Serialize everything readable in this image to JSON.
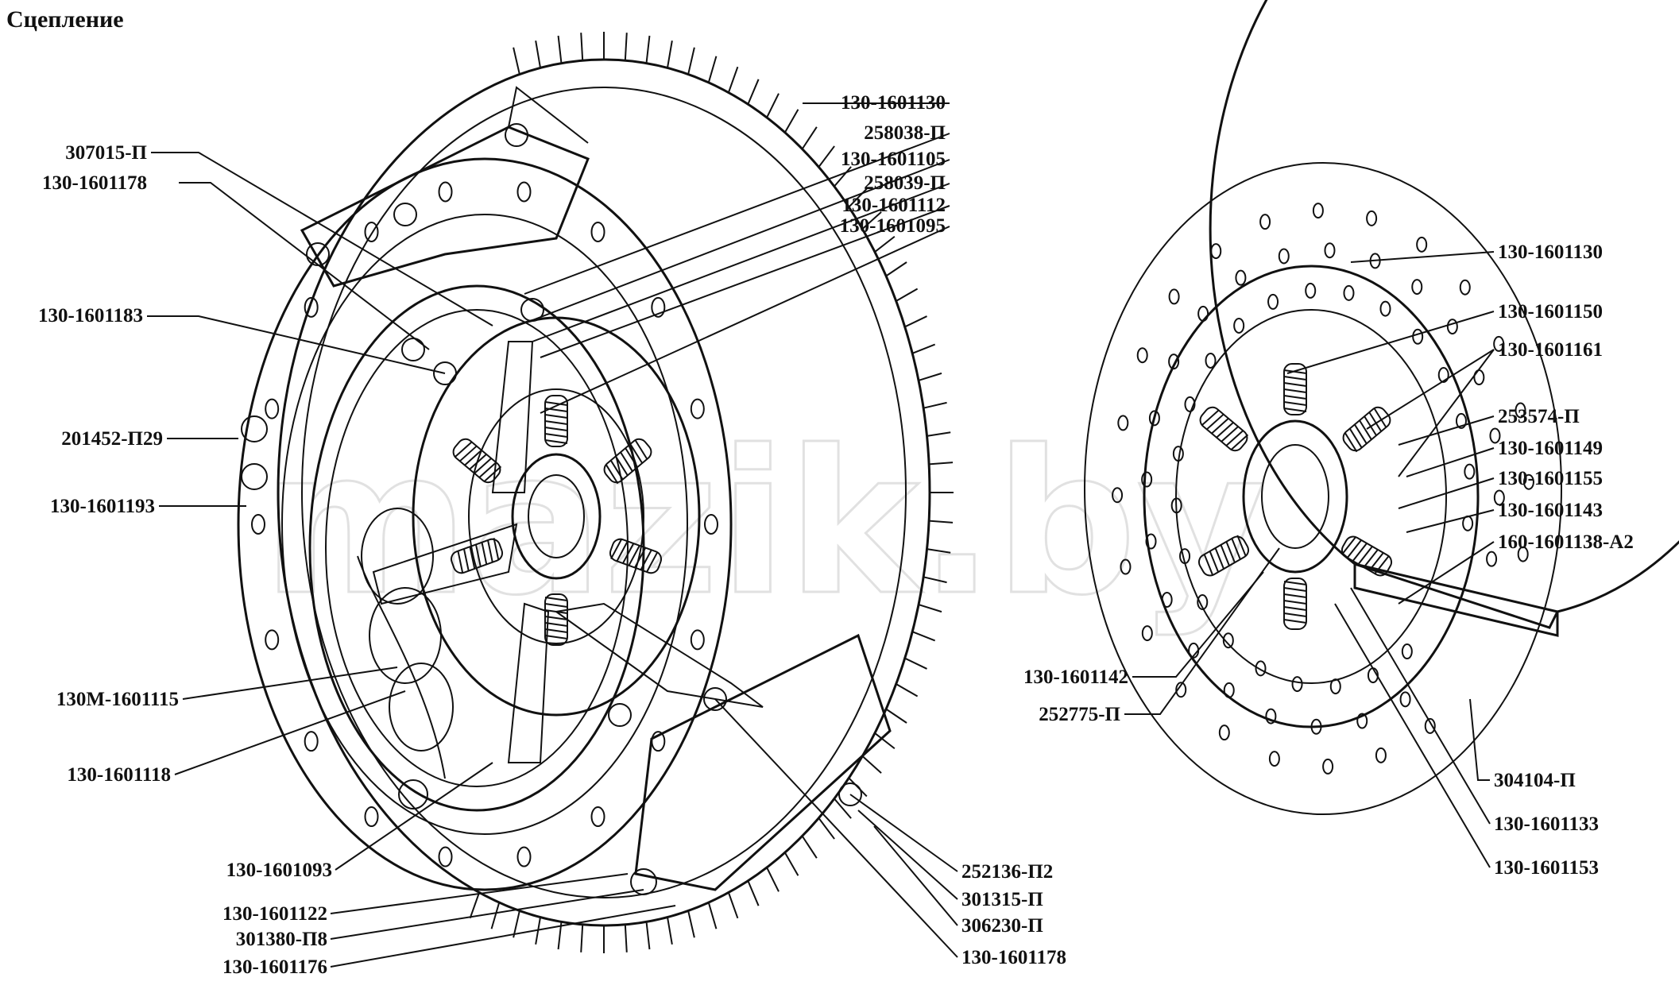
{
  "title": "Сцепление",
  "watermark": "mazik.by",
  "left_assembly_labels": {
    "l1": "307015-П",
    "l2": "130-1601178",
    "l3": "130-1601183",
    "l4": "201452-П29",
    "l5": "130-1601193",
    "l6": "130М-1601115",
    "l7": "130-1601118",
    "l8": "130-1601093",
    "l9": "130-1601122",
    "l10": "301380-П8",
    "l11": "130-1601176"
  },
  "center_labels": {
    "c1": "130-1601130",
    "c2": "258038-П",
    "c3": "130-1601105",
    "c4": "258039-П",
    "c5": "130-1601112",
    "c6": "130-1601095",
    "c7": "252136-П2",
    "c8": "301315-П",
    "c9": "306230-П",
    "c10": "130-1601178"
  },
  "disc_labels": {
    "r1": "130-1601130",
    "r2": "130-1601150",
    "r3": "130-1601161",
    "r4": "253574-П",
    "r5": "130-1601149",
    "r6": "130-1601155",
    "r7": "130-1601143",
    "r8": "160-1601138-А2",
    "r9": "130-1601142",
    "r10": "252775-П",
    "r11": "304104-П",
    "r12": "130-1601133",
    "r13": "130-1601153"
  }
}
